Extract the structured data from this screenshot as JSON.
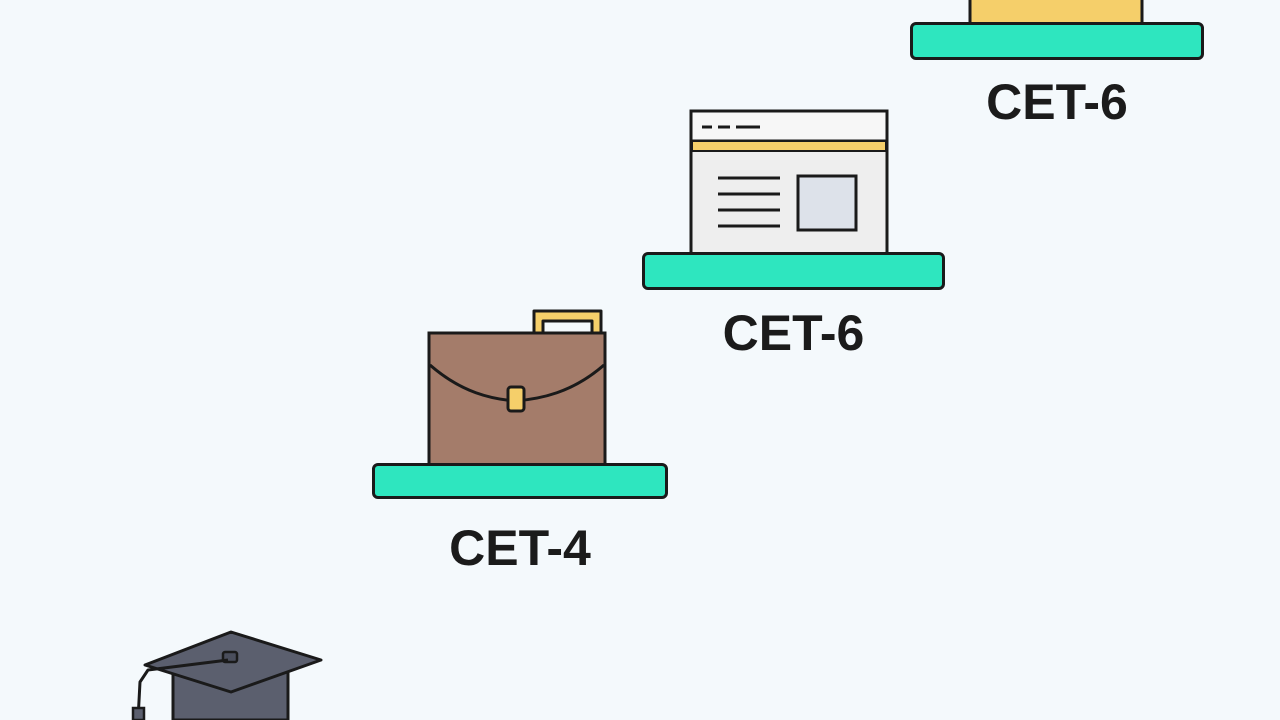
{
  "steps": [
    {
      "label": "CET-4",
      "icon": "briefcase-icon"
    },
    {
      "label": "CET-6",
      "icon": "document-window-icon"
    },
    {
      "label": "CET-6",
      "icon": "yellow-box-icon"
    }
  ],
  "start_icon": "graduation-cap-icon",
  "colors": {
    "background": "#f4f9fc",
    "shelf": "#2ee6bf",
    "outline": "#1a1a1a",
    "briefcase": "#a47c6a",
    "accent_yellow": "#f5cf6a",
    "window_panel": "#eeeeee",
    "cap": "#5b5f6e"
  }
}
